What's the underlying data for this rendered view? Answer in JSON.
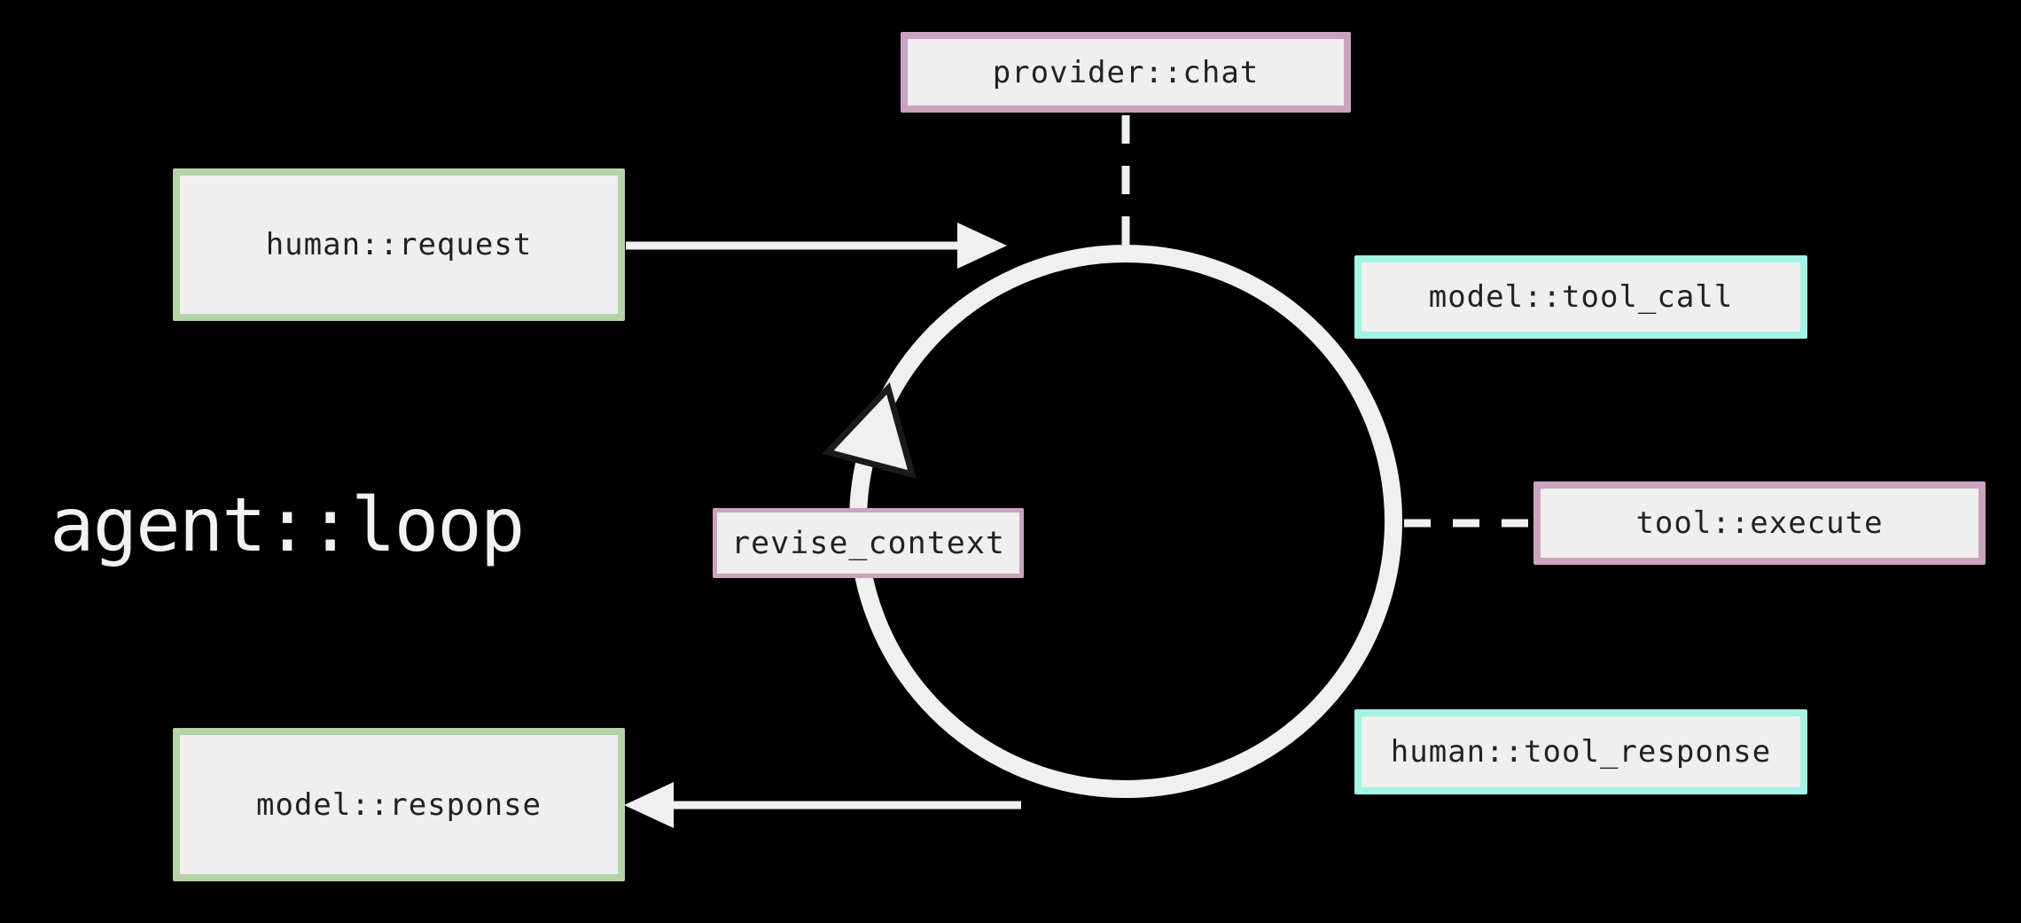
{
  "title": {
    "label": "agent::loop"
  },
  "colors": {
    "background": "#000000",
    "box-fill": "#efefef",
    "box-text": "#222222",
    "stroke-light": "#f0f0f0",
    "pink": "#c9a3bf",
    "green": "#b5d2a8",
    "cyan": "#a5f2e6",
    "arrow-outline": "#1a1a1a",
    "title-text": "#f2f2f2"
  },
  "nodes": {
    "provider_chat": {
      "label": "provider::chat",
      "accent": "pink"
    },
    "human_request": {
      "label": "human::request",
      "accent": "green"
    },
    "model_tool_call": {
      "label": "model::tool_call",
      "accent": "cyan"
    },
    "tool_execute": {
      "label": "tool::execute",
      "accent": "pink"
    },
    "revise_context": {
      "label": "revise_context",
      "accent": "pink"
    },
    "human_tool_response": {
      "label": "human::tool_response",
      "accent": "cyan"
    },
    "model_response": {
      "label": "model::response",
      "accent": "green"
    }
  },
  "connections": [
    {
      "from": "human::request",
      "to": "agent::loop",
      "style": "solid-arrow"
    },
    {
      "from": "agent::loop",
      "to": "model::response",
      "style": "solid-arrow"
    },
    {
      "from": "provider::chat",
      "to": "agent::loop",
      "style": "dashed-line"
    },
    {
      "from": "agent::loop",
      "to": "tool::execute",
      "style": "dashed-line"
    },
    {
      "loop": "agent::loop",
      "direction_marker": "arrowhead-on-circle"
    }
  ]
}
